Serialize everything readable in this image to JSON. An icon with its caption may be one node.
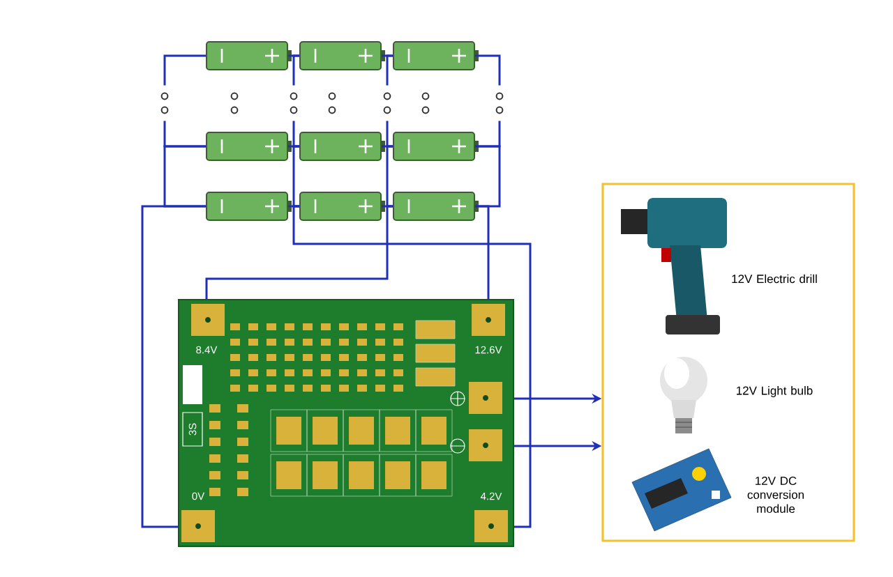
{
  "diagram": {
    "nodes": [
      {
        "text": [],
        "shape": "battery"
      },
      {
        "text": [],
        "shape": "battery"
      },
      {
        "text": [],
        "shape": "battery"
      },
      {
        "text": [],
        "shape": "battery"
      },
      {
        "text": [],
        "shape": "battery"
      },
      {
        "text": [],
        "shape": "battery"
      },
      {
        "text": [],
        "shape": "battery"
      },
      {
        "text": [],
        "shape": "battery"
      },
      {
        "text": [],
        "shape": "battery"
      },
      {
        "text": [
          "8.4V",
          "12.6V",
          "3S",
          "0V",
          "4.2V"
        ]
      },
      {
        "text": [],
        "shape": "box"
      },
      {
        "text": [],
        "shape": "picture",
        "in": 10,
        "beside": [
          "12V Electric drill"
        ]
      },
      {
        "text": [],
        "shape": "picture",
        "in": 10,
        "beside": [
          "12V Light bulb"
        ]
      },
      {
        "text": [],
        "shape": "picture",
        "in": 10,
        "beside": [
          "12V DC conversion module"
        ]
      },
      {
        "text": [],
        "shape": "dots"
      },
      {
        "text": [],
        "shape": "dots"
      },
      {
        "text": [],
        "shape": "dots"
      },
      {
        "text": [],
        "shape": "dots"
      },
      {
        "text": [],
        "shape": "dots"
      },
      {
        "text": [],
        "shape": "dots"
      },
      {
        "text": [],
        "shape": "dots"
      }
    ],
    "edges": [
      {
        "from": 0,
        "to": 1,
        "arrow": "none"
      },
      {
        "from": 1,
        "to": 2,
        "arrow": "none"
      },
      {
        "from": 3,
        "to": 4,
        "arrow": "none"
      },
      {
        "from": 4,
        "to": 5,
        "arrow": "none"
      },
      {
        "from": 6,
        "to": 7,
        "arrow": "none"
      },
      {
        "from": 7,
        "to": 8,
        "arrow": "none"
      },
      {
        "from": 3,
        "to": 6,
        "arrow": "none"
      },
      {
        "from": 4,
        "to": 7,
        "arrow": "none"
      },
      {
        "from": 5,
        "to": 8,
        "arrow": "none"
      },
      {
        "from": 5,
        "to": 8,
        "arrow": "none"
      },
      {
        "from": 6,
        "to": 9,
        "arrow": "none"
      },
      {
        "from": 7,
        "to": 9,
        "arrow": "none"
      },
      {
        "from": 8,
        "to": 9,
        "arrow": "none"
      },
      {
        "from": 8,
        "to": 9,
        "arrow": "none"
      },
      {
        "from": 9,
        "to": 10,
        "arrow": "to"
      },
      {
        "from": 9,
        "to": 10,
        "arrow": "to"
      },
      {
        "from": 0,
        "to": 14,
        "arrow": "none"
      },
      {
        "from": 14,
        "to": 3,
        "arrow": "none"
      },
      {
        "from": 1,
        "to": 16,
        "arrow": "none"
      },
      {
        "from": 16,
        "to": 4,
        "arrow": "none"
      },
      {
        "from": 2,
        "to": 18,
        "arrow": "none"
      },
      {
        "from": 18,
        "to": 5,
        "arrow": "none"
      },
      {
        "from": 2,
        "to": 20,
        "arrow": "none"
      },
      {
        "from": 20,
        "to": 5,
        "arrow": "none"
      }
    ]
  }
}
